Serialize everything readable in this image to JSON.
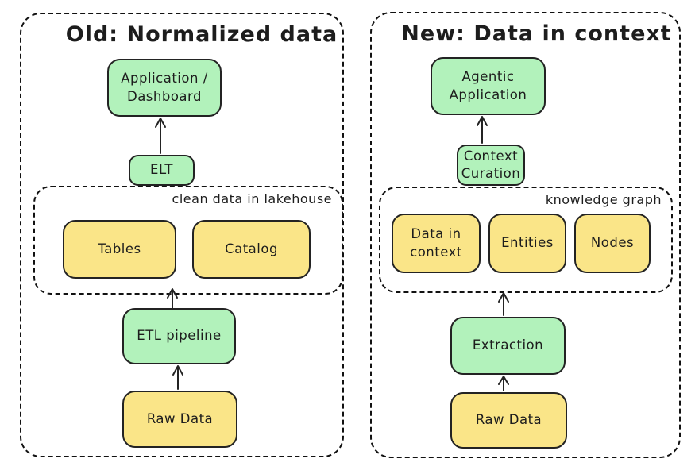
{
  "colors": {
    "green": "#b2f2bb",
    "yellow": "#fae588",
    "stroke": "#232323",
    "background": "#ffffff"
  },
  "left": {
    "title": "Old: Normalized data",
    "app_box": "Application /\nDashboard",
    "elt_box": "ELT",
    "group_label": "clean data in lakehouse",
    "group_boxes": [
      "Tables",
      "Catalog"
    ],
    "pipeline_box": "ETL pipeline",
    "raw_box": "Raw Data"
  },
  "right": {
    "title": "New: Data in context",
    "app_box": "Agentic\nApplication",
    "curation_box": "Context\nCuration",
    "group_label": "knowledge graph",
    "group_boxes": [
      "Data in\ncontext",
      "Entities",
      "Nodes"
    ],
    "extraction_box": "Extraction",
    "raw_box": "Raw Data"
  }
}
